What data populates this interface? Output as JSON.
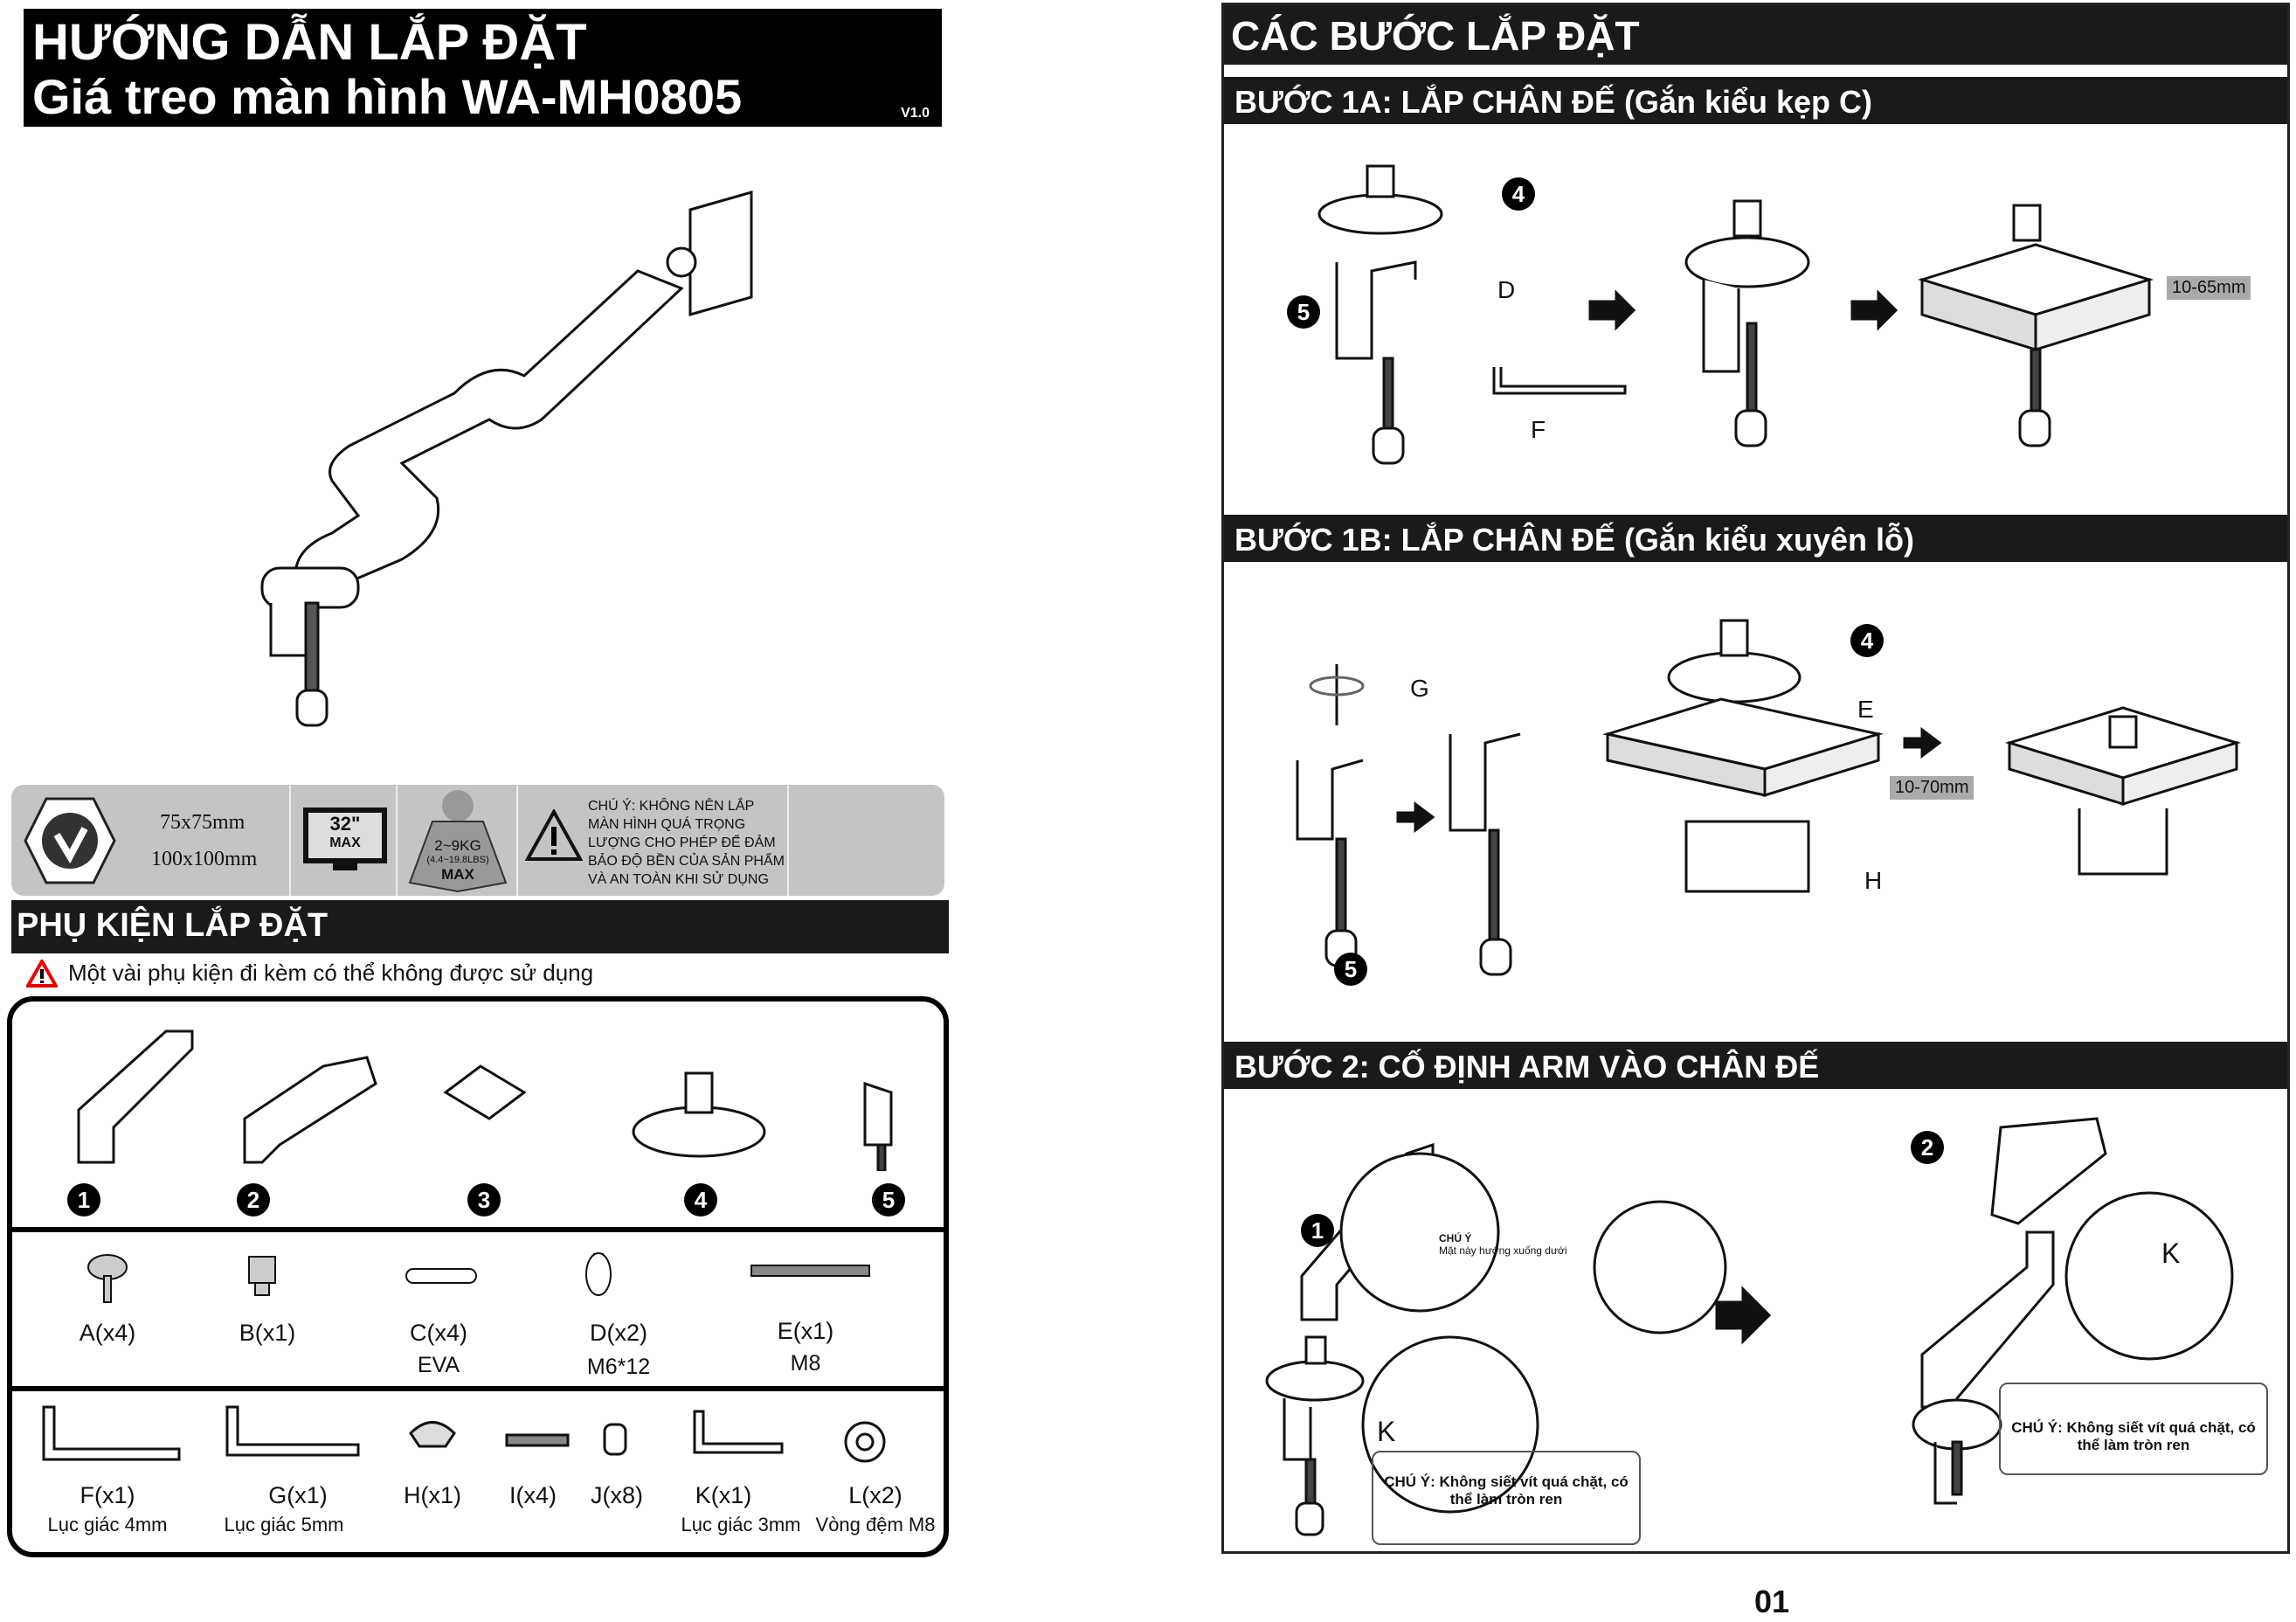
{
  "header": {
    "title_line1": "HƯỚNG DẪN LẮP ĐẶT",
    "title_line2": "Giá treo màn hình WA-MH0805",
    "version": "V1.0"
  },
  "specs": {
    "vesa_1": "75x75mm",
    "vesa_2": "100x100mm",
    "screen_size": "32\"",
    "screen_max": "MAX",
    "weight": "2~9KG",
    "weight_lbs": "(4.4~19.8LBS)",
    "weight_max": "MAX",
    "warning": "CHÚ Ý: KHÔNG NÊN LẮP MÀN HÌNH QUÁ TRỌNG LƯỢNG CHO PHÉP ĐỂ ĐẢM BẢO ĐỘ BỀN CỦA SẢN PHẨM VÀ AN TOÀN KHI SỬ DỤNG"
  },
  "accessories": {
    "title": "PHỤ KIỆN LẮP ĐẶT",
    "note": "Một vài phụ kiện đi kèm có thể không được sử dụng",
    "parts": [
      "1",
      "2",
      "3",
      "4",
      "5"
    ],
    "row2": [
      {
        "label": "A(x4)",
        "sub": ""
      },
      {
        "label": "B(x1)",
        "sub": ""
      },
      {
        "label": "C(x4)",
        "sub": "EVA"
      },
      {
        "label": "D(x2)",
        "sub": "M6*12"
      },
      {
        "label": "E(x1)",
        "sub": "M8"
      }
    ],
    "row3": [
      {
        "label": "F(x1)",
        "sub": "Lục giác 4mm"
      },
      {
        "label": "G(x1)",
        "sub": "Lục giác 5mm"
      },
      {
        "label": "H(x1)",
        "sub": ""
      },
      {
        "label": "I(x4)",
        "sub": ""
      },
      {
        "label": "J(x8)",
        "sub": ""
      },
      {
        "label": "K(x1)",
        "sub": "Lục giác 3mm"
      },
      {
        "label": "L(x2)",
        "sub": "Vòng đệm M8"
      }
    ]
  },
  "steps": {
    "title": "CÁC BƯỚC LẮP ĐẶT",
    "s1a": {
      "title": "BƯỚC 1A: LẮP CHÂN ĐẾ (Gắn kiểu kẹp C)",
      "n4": "4",
      "n5": "5",
      "d": "D",
      "f": "F",
      "range": "10-65mm"
    },
    "s1b": {
      "title": "BƯỚC 1B: LẮP CHÂN ĐẾ (Gắn kiểu xuyên lỗ)",
      "g": "G",
      "n4": "4",
      "e": "E",
      "h": "H",
      "n5": "5",
      "range": "10-70mm"
    },
    "s2": {
      "title": "BƯỚC 2: CỐ ĐỊNH ARM VÀO CHÂN ĐẾ",
      "n1": "1",
      "n2": "2",
      "note_title": "CHÚ Ý",
      "note_text": "Mặt này hướng  xuống dưới",
      "k1": "K",
      "k2": "K",
      "caution1": "CHÚ Ý: Không siết vít quá chặt, có thể làm tròn ren",
      "caution2": "CHÚ Ý: Không siết vít quá chặt, có thể làm tròn ren"
    }
  },
  "page_number": "01"
}
